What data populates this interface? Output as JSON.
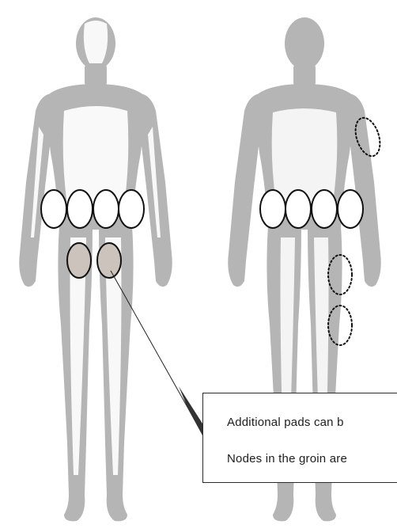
{
  "callout": {
    "line1": "Additional pads can b",
    "line2": "Nodes in the groin are"
  },
  "figures": {
    "front": {
      "view": "front",
      "solid_pads": 4,
      "shaded_pads": 2
    },
    "back": {
      "view": "back",
      "solid_pads": 4,
      "dotted_pads": 3
    }
  },
  "colors": {
    "body_fill": "#b5b5b5",
    "body_outline": "#ffffff",
    "pad_stroke": "#111111",
    "shaded_pad": "#cbc3bc",
    "callout_border": "#2b2b2b"
  }
}
